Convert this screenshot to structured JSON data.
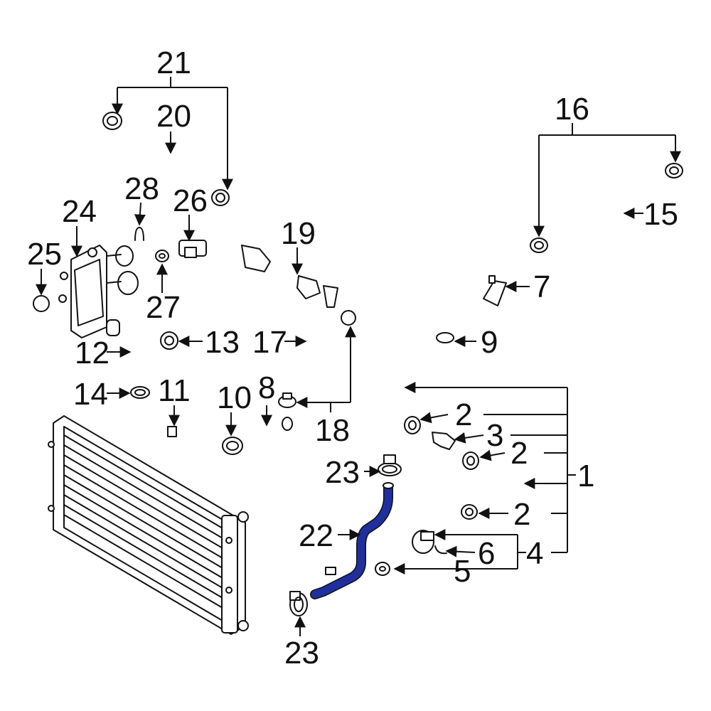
{
  "diagram": {
    "highlight_color": "#1f2f9e",
    "line_color": "#111111",
    "background": "#ffffff",
    "callouts": {
      "c1": "1",
      "c2a": "2",
      "c2b": "2",
      "c2c": "2",
      "c3": "3",
      "c4": "4",
      "c5": "5",
      "c6": "6",
      "c7": "7",
      "c8": "8",
      "c9": "9",
      "c10": "10",
      "c11": "11",
      "c12": "12",
      "c13": "13",
      "c14": "14",
      "c15": "15",
      "c16": "16",
      "c17": "17",
      "c18": "18",
      "c19": "19",
      "c20": "20",
      "c21": "21",
      "c22": "22",
      "c23a": "23",
      "c23b": "23",
      "c24": "24",
      "c25": "25",
      "c26": "26",
      "c27": "27",
      "c28": "28"
    }
  }
}
